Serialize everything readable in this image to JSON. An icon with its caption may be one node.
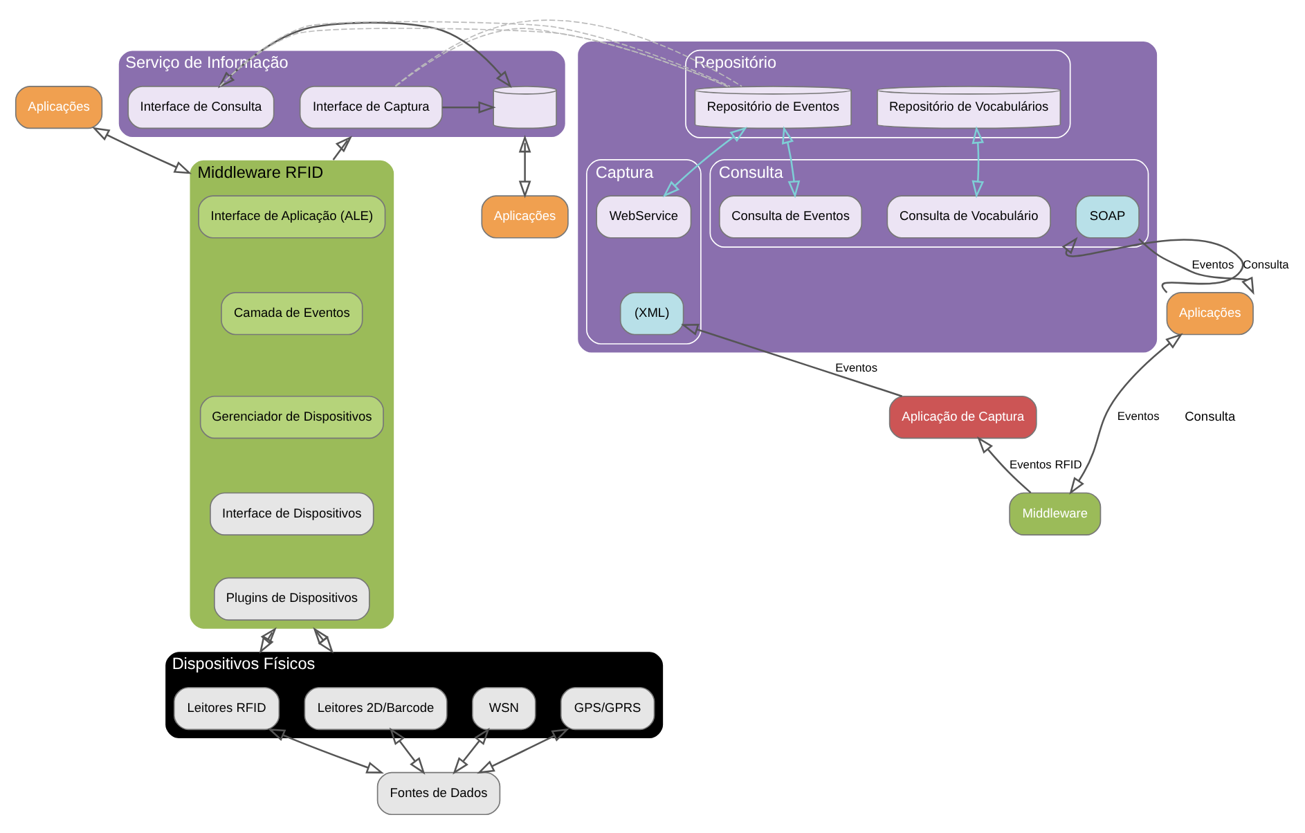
{
  "diagram": {
    "nodes": [
      {
        "text": [
          "Aplicações"
        ]
      },
      {
        "text": [
          "Serviço de Informação"
        ]
      },
      {
        "text": [
          "Interface de Captura"
        ],
        "in": 1
      },
      {
        "text": [],
        "shape": "cylinder",
        "in": 1
      },
      {
        "text": [
          "Interface de Consulta"
        ],
        "in": 1
      },
      {
        "text": [
          "Aplicações"
        ]
      },
      {
        "text": [
          "Middleware RFID"
        ]
      },
      {
        "text": [
          "Interface de Aplicação (ALE)"
        ],
        "in": 6
      },
      {
        "text": [
          "Camada de Eventos"
        ],
        "in": 6
      },
      {
        "text": [
          "Gerenciador de Dispositivos"
        ],
        "in": 6
      },
      {
        "text": [
          "Interface de Dispositivos"
        ],
        "in": 6
      },
      {
        "text": [
          "Plugins de Dispositivos"
        ],
        "in": 6
      },
      {
        "text": [
          "Dispositivos Físicos"
        ]
      },
      {
        "text": [
          "Leitores RFID"
        ],
        "in": 12
      },
      {
        "text": [
          "Leitores 2D/Barcode"
        ],
        "in": 12
      },
      {
        "text": [
          "WSN"
        ],
        "in": 12
      },
      {
        "text": [
          "GPS/GPRS"
        ],
        "in": 12
      },
      {
        "text": [
          "Fontes de Dados"
        ]
      },
      {
        "text": [],
        "shape": "box"
      },
      {
        "text": [
          "Repositório"
        ],
        "in": 18
      },
      {
        "text": [
          "Repositório de Eventos"
        ],
        "in": 19
      },
      {
        "text": [
          "Repositório de Vocabulários"
        ],
        "in": 19
      },
      {
        "text": [
          "Captura"
        ],
        "in": 18
      },
      {
        "text": [
          "WebService"
        ],
        "in": 22
      },
      {
        "text": [
          "(XML)"
        ],
        "in": 22
      },
      {
        "text": [
          "Consulta"
        ],
        "in": 18
      },
      {
        "text": [
          "Consulta de Eventos"
        ],
        "in": 25
      },
      {
        "text": [
          "Consulta de Vocabulário"
        ],
        "in": 25
      },
      {
        "text": [
          "SOAP"
        ],
        "in": 25
      },
      {
        "text": [
          "Aplicação de Captura"
        ]
      },
      {
        "text": [
          "Aplicações"
        ]
      },
      {
        "text": [
          "Middleware"
        ]
      }
    ],
    "edges": [
      {
        "from": 0,
        "to": 6,
        "arrow": "both"
      },
      {
        "from": 6,
        "to": 1,
        "arrow": "to"
      },
      {
        "from": 2,
        "to": 3,
        "arrow": "to"
      },
      {
        "from": 3,
        "to": 4,
        "arrow": "both"
      },
      {
        "from": 5,
        "to": 1,
        "arrow": "both"
      },
      {
        "from": 12,
        "to": 6,
        "arrow": "both"
      },
      {
        "from": 12,
        "to": 6,
        "arrow": "both"
      },
      {
        "from": 17,
        "to": 13,
        "arrow": "both"
      },
      {
        "from": 17,
        "to": 14,
        "arrow": "both"
      },
      {
        "from": 17,
        "to": 15,
        "arrow": "both"
      },
      {
        "from": 17,
        "to": 16,
        "arrow": "both"
      },
      {
        "from": 1,
        "to": 18,
        "arrow": "none",
        "style": "dashed",
        "color": "#bbbbbb"
      },
      {
        "from": 1,
        "to": 18,
        "arrow": "none",
        "style": "dashed",
        "color": "#bbbbbb"
      },
      {
        "from": 23,
        "to": 20,
        "arrow": "both",
        "color": "#7ecfd6"
      },
      {
        "from": 26,
        "to": 20,
        "arrow": "both",
        "color": "#7ecfd6"
      },
      {
        "from": 27,
        "to": 21,
        "arrow": "both",
        "color": "#7ecfd6"
      },
      {
        "from": 29,
        "to": 24,
        "arrow": "to",
        "label": "Eventos"
      },
      {
        "from": 30,
        "to": 28,
        "arrow": "to",
        "label": "Consulta"
      },
      {
        "from": 28,
        "to": 30,
        "arrow": "to",
        "label": "Eventos"
      },
      {
        "from": 31,
        "to": 29,
        "arrow": "to",
        "label": "Eventos RFID"
      },
      {
        "from": 31,
        "to": 30,
        "arrow": "both",
        "label": "Eventos"
      }
    ],
    "labels": [
      "Consulta"
    ]
  }
}
